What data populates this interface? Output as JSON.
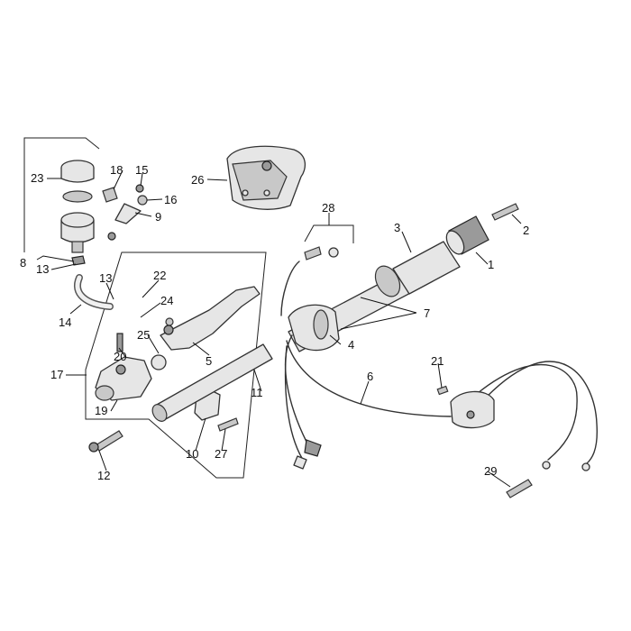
{
  "callouts": [
    {
      "id": "c1",
      "text": "1"
    },
    {
      "id": "c2",
      "text": "2"
    },
    {
      "id": "c3",
      "text": "3"
    },
    {
      "id": "c4",
      "text": "4"
    },
    {
      "id": "c5",
      "text": "5"
    },
    {
      "id": "c6",
      "text": "6"
    },
    {
      "id": "c7",
      "text": "7"
    },
    {
      "id": "c8",
      "text": "8"
    },
    {
      "id": "c9",
      "text": "9"
    },
    {
      "id": "c10",
      "text": "10"
    },
    {
      "id": "c11",
      "text": "11"
    },
    {
      "id": "c12",
      "text": "12"
    },
    {
      "id": "c13a",
      "text": "13"
    },
    {
      "id": "c13b",
      "text": "13"
    },
    {
      "id": "c14",
      "text": "14"
    },
    {
      "id": "c15",
      "text": "15"
    },
    {
      "id": "c16",
      "text": "16"
    },
    {
      "id": "c17",
      "text": "17"
    },
    {
      "id": "c18",
      "text": "18"
    },
    {
      "id": "c19",
      "text": "19"
    },
    {
      "id": "c20",
      "text": "20"
    },
    {
      "id": "c21",
      "text": "21"
    },
    {
      "id": "c22",
      "text": "22"
    },
    {
      "id": "c23",
      "text": "23"
    },
    {
      "id": "c24",
      "text": "24"
    },
    {
      "id": "c25",
      "text": "25"
    },
    {
      "id": "c26",
      "text": "26"
    },
    {
      "id": "c27",
      "text": "27"
    },
    {
      "id": "c28",
      "text": "28"
    },
    {
      "id": "c29",
      "text": "29"
    }
  ]
}
